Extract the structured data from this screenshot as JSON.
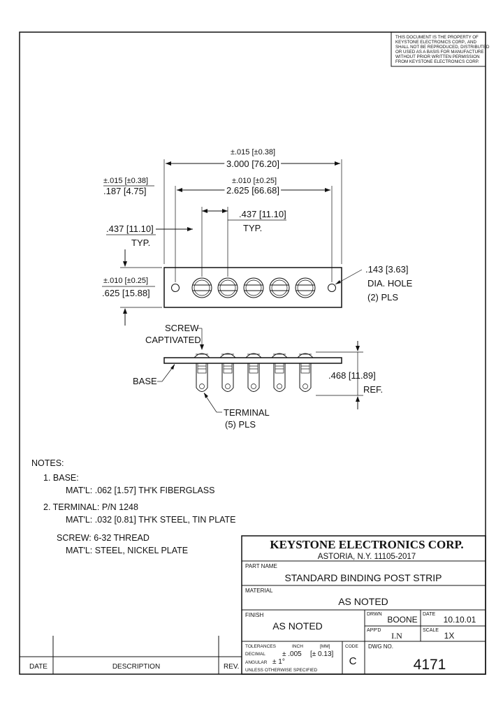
{
  "copyright": {
    "lines": [
      "THIS DOCUMENT IS THE PROPERTY OF",
      "KEYSTONE ELECTRONICS CORP., AND",
      "SHALL NOT BE REPRODUCED, DISTRIBUTED",
      "OR USED AS A BASIS FOR MANUFACTURE",
      "WITHOUT PRIOR WRITTEN PERMISSION",
      "FROM KEYSTONE ELECTRONICS CORP."
    ]
  },
  "dims": {
    "overall_tol": "±.015 [±0.38]",
    "overall": "3.000 [76.20]",
    "span_tol": "±.010 [±0.25]",
    "span": "2.625 [66.68]",
    "edge_tol": "±.015 [±0.38]",
    "edge": ".187 [4.75]",
    "pitch_right": ".437 [11.10]",
    "pitch_right_typ": "TYP.",
    "pitch_left": ".437 [11.10]",
    "pitch_left_typ": "TYP.",
    "width_tol": "±.010 [±0.25]",
    "width": ".625 [15.88]",
    "hole_1": ".143 [3.63]",
    "hole_2": "DIA. HOLE",
    "hole_3": "(2) PLS",
    "screw_1": "SCREW",
    "screw_2": "CAPTIVATED",
    "base": "BASE",
    "height": ".468 [11.89]",
    "height_ref": "REF.",
    "terminal_1": "TERMINAL",
    "terminal_2": "(5) PLS"
  },
  "notes": {
    "header": "NOTES:",
    "n1": "1.  BASE:",
    "n1_mat": "MAT'L: .062 [1.57] TH'K FIBERGLASS",
    "n2": "2.  TERMINAL: P/N 1248",
    "n2_mat": "MAT'L: .032 [0.81] TH'K STEEL, TIN PLATE",
    "n3": "SCREW: 6-32 THREAD",
    "n3_mat": "MAT'L: STEEL, NICKEL PLATE"
  },
  "title_block": {
    "company": "KEYSTONE ELECTRONICS CORP.",
    "address": "ASTORIA, N.Y. 11105-2017",
    "part_name_label": "PART NAME",
    "part_name": "STANDARD BINDING POST STRIP",
    "material_label": "MATERIAL",
    "material": "AS NOTED",
    "finish_label": "FINISH",
    "finish": "AS NOTED",
    "drwn_label": "DRWN",
    "drwn": "BOONE",
    "date_label": "DATE",
    "date": "10.10.01",
    "appd_label": "APP'D",
    "appd": "I.N",
    "scale_label": "SCALE",
    "scale": "1X",
    "tol_label": "TOLERANCES",
    "inch_label": "INCH",
    "mm_label": "[MM]",
    "decimal_label": "DECIMAL",
    "decimal_inch": "± .005",
    "decimal_mm": "[± 0.13]",
    "angular_label": "ANGULAR",
    "angular_val": "± 1°",
    "unless": "UNLESS OTHERWISE SPECIFIED",
    "code_label": "CODE",
    "code": "C",
    "dwg_label": "DWG NO.",
    "dwg_no": "4171"
  },
  "revision": {
    "date_label": "DATE",
    "desc_label": "DESCRIPTION",
    "rev_label": "REV."
  }
}
